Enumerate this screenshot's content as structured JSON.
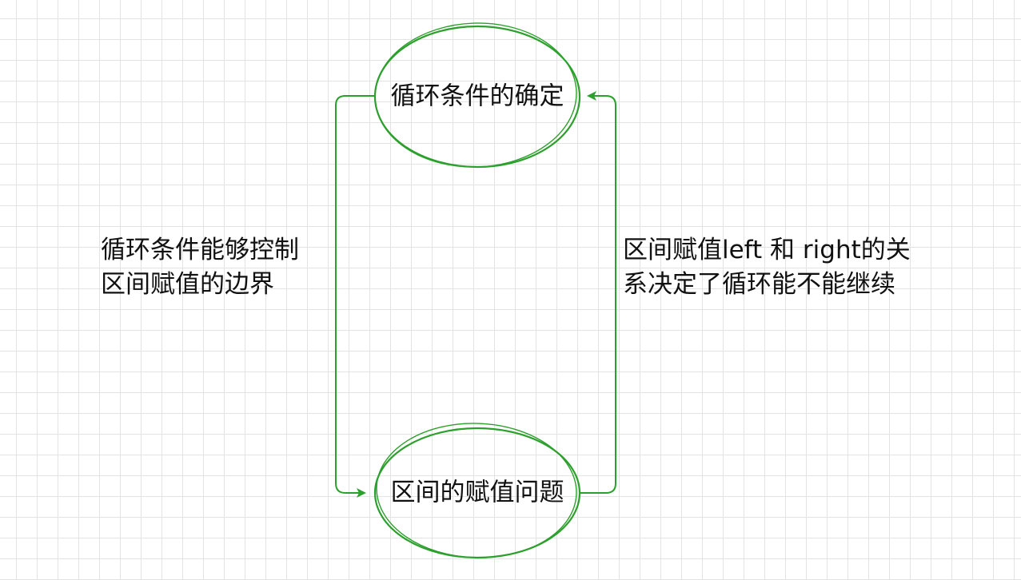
{
  "diagram": {
    "nodes": {
      "top": {
        "label": "循环条件的确定"
      },
      "bottom": {
        "label": "区间的赋值问题"
      }
    },
    "edges": {
      "left": {
        "from": "top",
        "to": "bottom",
        "label_lines": [
          "循环条件能够控制",
          "区间赋值的边界"
        ]
      },
      "right": {
        "from": "bottom",
        "to": "top",
        "label_lines": [
          "区间赋值left 和 right的关",
          "系决定了循环能不能继续"
        ]
      }
    },
    "colors": {
      "stroke": "#2ca02c",
      "text": "#111111",
      "grid": "#e3e3e3",
      "background": "#ffffff"
    }
  }
}
